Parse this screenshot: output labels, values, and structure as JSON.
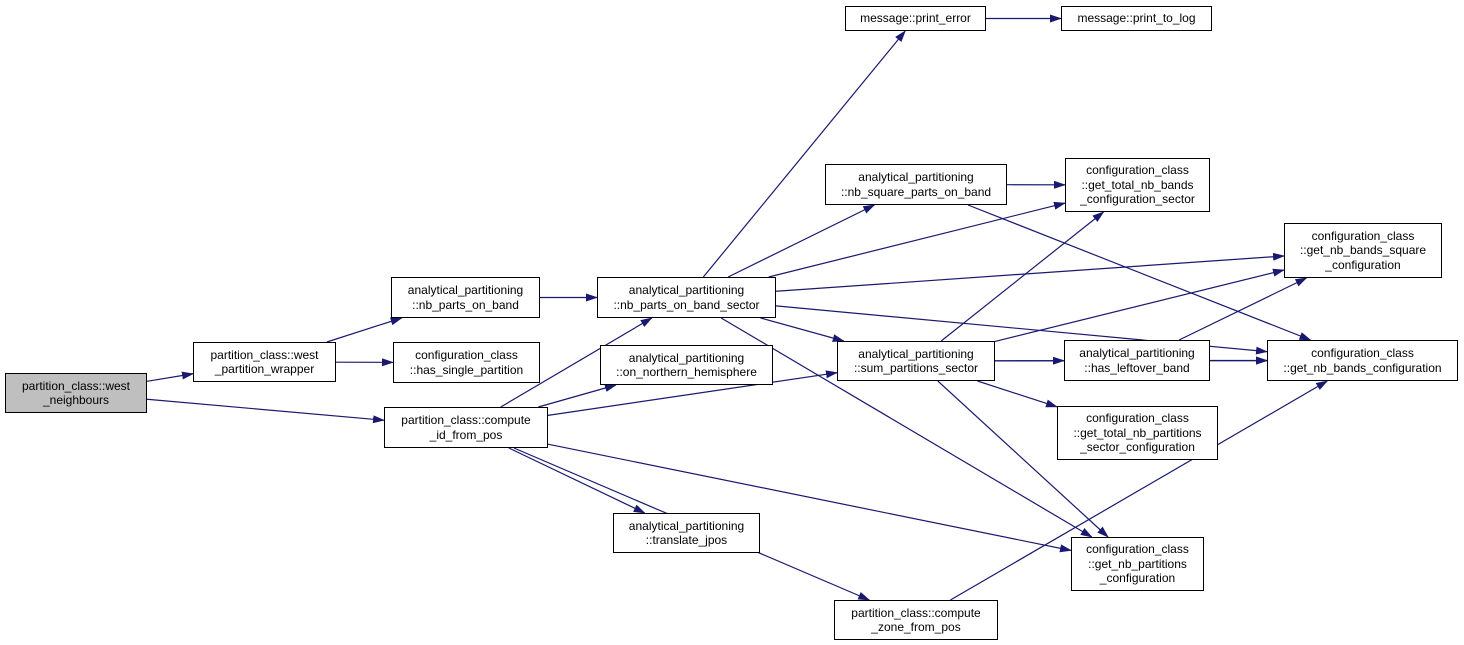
{
  "colors": {
    "edge": "#191970",
    "node_border": "#000000",
    "node_fill": "#ffffff",
    "root_fill": "#bfbfbf"
  },
  "nodes": {
    "west_neighbours": {
      "lines": [
        "partition_class::west",
        "_neighbours"
      ]
    },
    "west_partition_wrapper": {
      "lines": [
        "partition_class::west",
        "_partition_wrapper"
      ]
    },
    "compute_id_from_pos": {
      "lines": [
        "partition_class::compute",
        "_id_from_pos"
      ]
    },
    "nb_parts_on_band": {
      "lines": [
        "analytical_partitioning",
        "::nb_parts_on_band"
      ]
    },
    "has_single_partition": {
      "lines": [
        "configuration_class",
        "::has_single_partition"
      ]
    },
    "nb_parts_on_band_sector": {
      "lines": [
        "analytical_partitioning",
        "::nb_parts_on_band_sector"
      ]
    },
    "on_northern_hemisphere": {
      "lines": [
        "analytical_partitioning",
        "::on_northern_hemisphere"
      ]
    },
    "translate_jpos": {
      "lines": [
        "analytical_partitioning",
        "::translate_jpos"
      ]
    },
    "compute_zone_from_pos": {
      "lines": [
        "partition_class::compute",
        "_zone_from_pos"
      ]
    },
    "print_error": {
      "lines": [
        "message::print_error"
      ]
    },
    "print_to_log": {
      "lines": [
        "message::print_to_log"
      ]
    },
    "nb_square_parts_on_band": {
      "lines": [
        "analytical_partitioning",
        "::nb_square_parts_on_band"
      ]
    },
    "sum_partitions_sector": {
      "lines": [
        "analytical_partitioning",
        "::sum_partitions_sector"
      ]
    },
    "get_total_nb_bands_configuration_sector": {
      "lines": [
        "configuration_class",
        "::get_total_nb_bands",
        "_configuration_sector"
      ]
    },
    "has_leftover_band": {
      "lines": [
        "analytical_partitioning",
        "::has_leftover_band"
      ]
    },
    "get_total_nb_partitions_sector_configuration": {
      "lines": [
        "configuration_class",
        "::get_total_nb_partitions",
        "_sector_configuration"
      ]
    },
    "get_nb_partitions_configuration": {
      "lines": [
        "configuration_class",
        "::get_nb_partitions",
        "_configuration"
      ]
    },
    "get_nb_bands_square_configuration": {
      "lines": [
        "configuration_class",
        "::get_nb_bands_square",
        "_configuration"
      ]
    },
    "get_nb_bands_configuration": {
      "lines": [
        "configuration_class",
        "::get_nb_bands_configuration"
      ]
    }
  },
  "edges": [
    [
      "west_neighbours",
      "west_partition_wrapper"
    ],
    [
      "west_neighbours",
      "compute_id_from_pos"
    ],
    [
      "west_partition_wrapper",
      "nb_parts_on_band"
    ],
    [
      "west_partition_wrapper",
      "has_single_partition"
    ],
    [
      "nb_parts_on_band",
      "nb_parts_on_band_sector"
    ],
    [
      "compute_id_from_pos",
      "nb_parts_on_band_sector"
    ],
    [
      "compute_id_from_pos",
      "on_northern_hemisphere"
    ],
    [
      "compute_id_from_pos",
      "sum_partitions_sector"
    ],
    [
      "compute_id_from_pos",
      "translate_jpos"
    ],
    [
      "compute_id_from_pos",
      "get_nb_partitions_configuration"
    ],
    [
      "compute_id_from_pos",
      "compute_zone_from_pos"
    ],
    [
      "nb_parts_on_band_sector",
      "print_error"
    ],
    [
      "print_error",
      "print_to_log"
    ],
    [
      "nb_parts_on_band_sector",
      "nb_square_parts_on_band"
    ],
    [
      "nb_parts_on_band_sector",
      "get_total_nb_bands_configuration_sector"
    ],
    [
      "nb_parts_on_band_sector",
      "sum_partitions_sector"
    ],
    [
      "nb_parts_on_band_sector",
      "get_nb_bands_configuration"
    ],
    [
      "nb_parts_on_band_sector",
      "get_nb_partitions_configuration"
    ],
    [
      "nb_parts_on_band_sector",
      "get_nb_bands_square_configuration"
    ],
    [
      "nb_square_parts_on_band",
      "get_total_nb_bands_configuration_sector"
    ],
    [
      "nb_square_parts_on_band",
      "get_nb_bands_configuration"
    ],
    [
      "sum_partitions_sector",
      "get_total_nb_bands_configuration_sector"
    ],
    [
      "sum_partitions_sector",
      "get_nb_bands_square_configuration"
    ],
    [
      "sum_partitions_sector",
      "has_leftover_band"
    ],
    [
      "sum_partitions_sector",
      "get_total_nb_partitions_sector_configuration"
    ],
    [
      "sum_partitions_sector",
      "get_nb_partitions_configuration"
    ],
    [
      "sum_partitions_sector",
      "get_nb_bands_configuration"
    ],
    [
      "has_leftover_band",
      "get_nb_bands_configuration"
    ],
    [
      "has_leftover_band",
      "get_nb_bands_square_configuration"
    ],
    [
      "compute_zone_from_pos",
      "get_nb_bands_configuration"
    ]
  ]
}
